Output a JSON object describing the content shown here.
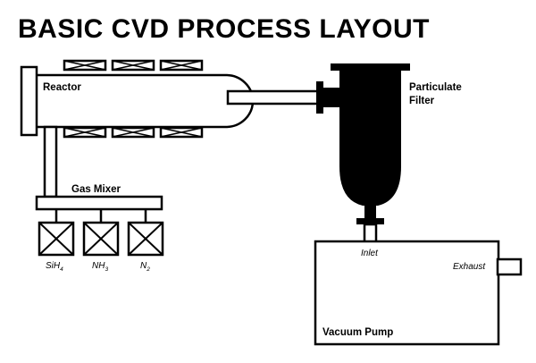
{
  "title": "BASIC CVD PROCESS LAYOUT",
  "labels": {
    "reactor": "Reactor",
    "filter_line1": "Particulate",
    "filter_line2": "Filter",
    "gas_mixer": "Gas Mixer",
    "inlet": "Inlet",
    "exhaust": "Exhaust",
    "vacuum_pump": "Vacuum Pump"
  },
  "gases": [
    {
      "main": "SiH",
      "sub": "4"
    },
    {
      "main": "NH",
      "sub": "3"
    },
    {
      "main": "N",
      "sub": "2"
    }
  ],
  "colors": {
    "line": "#000000",
    "fill": "#ffffff",
    "filter_body": "#000000"
  }
}
